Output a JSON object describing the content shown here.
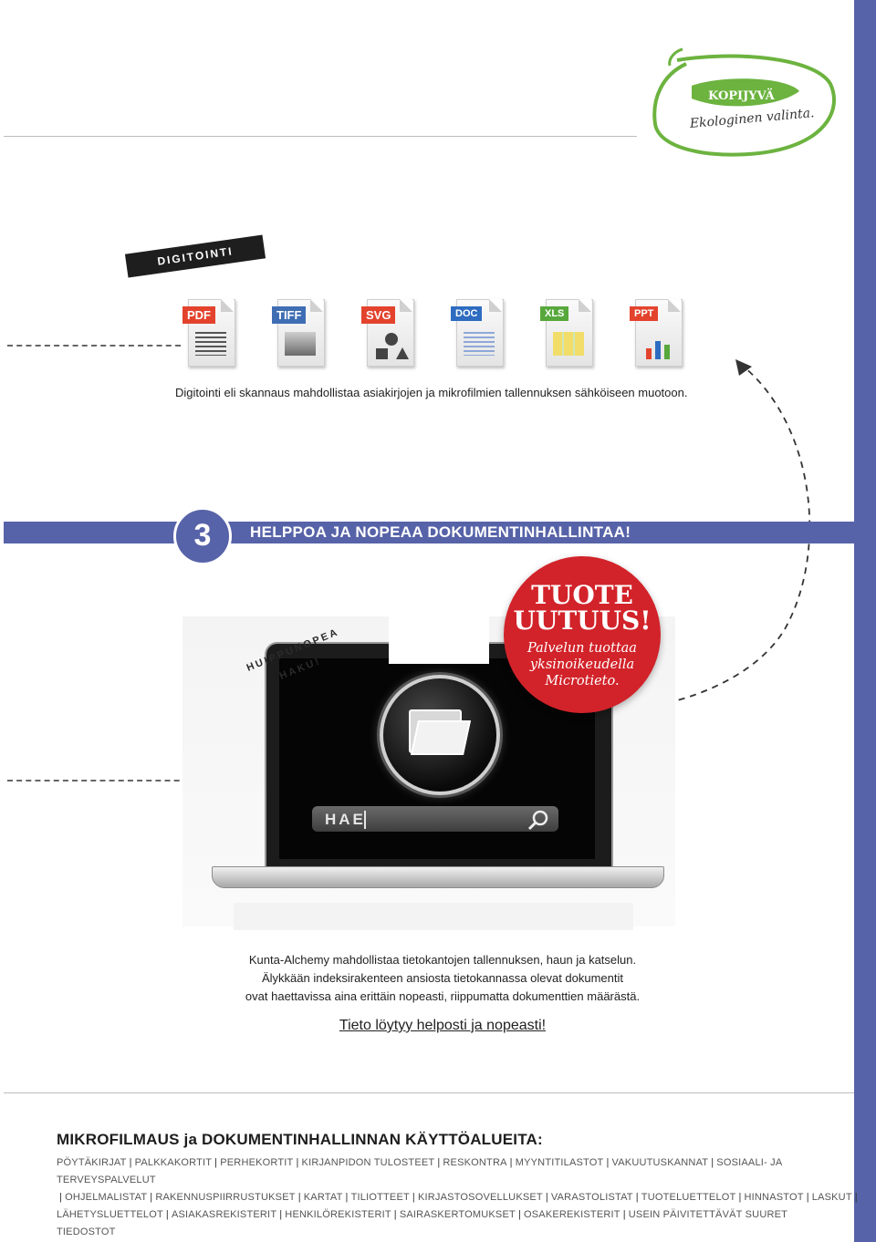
{
  "brand": {
    "logo_text": "KOPIJYVÄ",
    "slogan": "Ekologinen valinta."
  },
  "digitointi": {
    "label": "DIGITOINTI",
    "file_types": [
      {
        "label": "PDF",
        "color": "#e3432d"
      },
      {
        "label": "TIFF",
        "color": "#3f6db3"
      },
      {
        "label": "SVG",
        "color": "#e3432d"
      },
      {
        "label": "DOC",
        "color": "#2d6cc0"
      },
      {
        "label": "XLS",
        "color": "#57a83c"
      },
      {
        "label": "PPT",
        "color": "#e3432d"
      }
    ],
    "description": "Digitointi eli skannaus mahdollistaa asiakirjojen ja mikrofilmien tallennuksen sähköiseen muotoon."
  },
  "section3": {
    "number": "3",
    "title": "HELPPOA JA NOPEAA DOKUMENTINHALLINTAA!",
    "haku_label": "HUIPPUNOPEA HAKU!",
    "search_label": "HAE"
  },
  "badge": {
    "line1": "TUOTE",
    "line2": "UUTUUS!",
    "subtext": "Palvelun tuottaa yksinoikeudella Microtieto."
  },
  "description_lines": [
    "Kunta-Alchemy mahdollistaa tietokantojen tallennuksen, haun ja katselun.",
    "Älykkään indeksirakenteen ansiosta tietokannassa olevat dokumentit",
    "ovat haettavissa aina erittäin nopeasti, riippumatta dokumenttien määrästä."
  ],
  "tagline": "Tieto löytyy helposti ja nopeasti!",
  "uses": {
    "title": "MIKROFILMAUS ja DOKUMENTINHALLINNAN KÄYTTÖALUEITA:",
    "row1": [
      "PÖYTÄKIRJAT",
      "PALKKAKORTIT",
      "PERHEKORTIT",
      "KIRJANPIDON TULOSTEET",
      "RESKONTRA",
      "MYYNTITILASTOT",
      "VAKUUTUSKANNAT",
      "SOSIAALI- JA TERVEYSPALVELUT"
    ],
    "row2": [
      "OHJELMALISTAT",
      "RAKENNUSPIIRRUSTUKSET",
      "KARTAT",
      "TILIOTTEET",
      "KIRJASTOSOVELLUKSET",
      "VARASTOLISTAT",
      "TUOTELUETTELOT",
      "HINNASTOT",
      "LASKUT"
    ],
    "row3": [
      "LÄHETYSLUETTELOT",
      "ASIAKASREKISTERIT",
      "HENKILÖREKISTERIT",
      "SAIRASKERTOMUKSET",
      "OSAKEREKISTERIT",
      "USEIN PÄIVITETTÄVÄT SUURET TIEDOSTOT"
    ]
  },
  "colors": {
    "accent_blue": "#5763a8",
    "badge_red": "#d2232a",
    "logo_green": "#6cb33f"
  }
}
